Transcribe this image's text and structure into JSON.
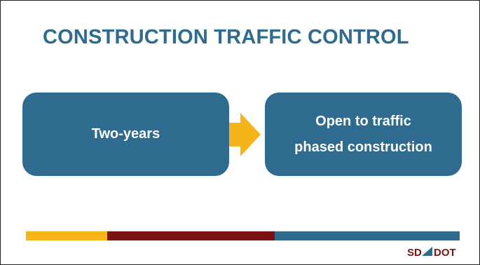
{
  "slide": {
    "title": "CONSTRUCTION TRAFFIC CONTROL",
    "left_box": {
      "text": "Two-years"
    },
    "right_box": {
      "line1": "Open to traffic",
      "line2": "phased construction"
    },
    "arrow_icon": "arrow-right-icon",
    "footer": {
      "logo_left": "SD",
      "logo_right": "DOT",
      "logo_icon": "sddot-logo-icon"
    }
  },
  "colors": {
    "primary_blue": "#2e6b8f",
    "arrow_gold": "#f4b41a",
    "bar_gold": "#f4b41a",
    "bar_red": "#7a1414",
    "bar_blue": "#2e6b8f",
    "logo_text": "#7a1414",
    "logo_mark": "#2e6b8f"
  }
}
